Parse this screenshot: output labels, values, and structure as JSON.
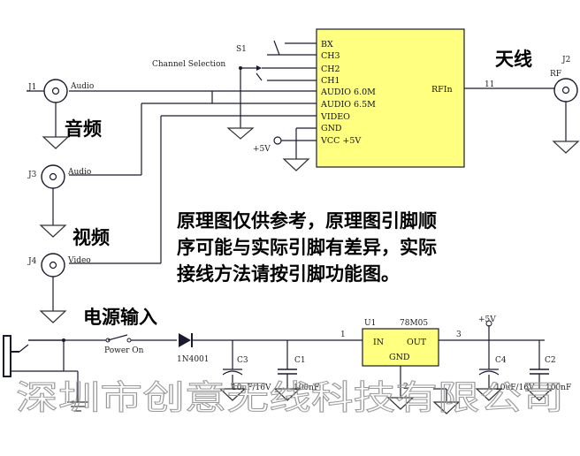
{
  "module": {
    "pins_left": [
      "BX",
      "CH3",
      "CH2",
      "CH1",
      "AUDIO 6.0M",
      "AUDIO 6.5M",
      "VIDEO",
      "GND",
      "VCC +5V"
    ],
    "pin_right": "RFIn",
    "pin_right_number": "11"
  },
  "switch": {
    "ref": "S1",
    "label": "Channel Selection"
  },
  "connectors": {
    "j1": {
      "ref": "J1",
      "label": "Audio"
    },
    "j3": {
      "ref": "J3",
      "label": "Audio"
    },
    "j4": {
      "ref": "J4",
      "label": "Video"
    },
    "j2": {
      "ref": "J2",
      "label": "RF"
    }
  },
  "power_symbol_top": "+5V",
  "annotations": {
    "antenna": "天线",
    "audio": "音频",
    "video": "视频",
    "power_input": "电源输入",
    "note_lines": [
      "原理图仅供参考，原理图引脚顺",
      "序可能与实际引脚有差异，实际",
      "接线方法请按引脚功能图。"
    ]
  },
  "power_section": {
    "switch_label": "Power On",
    "diode": "1N4001",
    "c3": {
      "ref": "C3",
      "value": "10uF/16V"
    },
    "c1": {
      "ref": "C1",
      "value": "100nF"
    },
    "regulator": {
      "ref": "U1",
      "part": "78M05",
      "in": "IN",
      "out": "OUT",
      "gnd": "GND",
      "pin_in": "1",
      "pin_out": "3",
      "pin_gnd": "2"
    },
    "vout": "+5V",
    "c4": {
      "ref": "C4",
      "value": "10uF/16V"
    },
    "c2": {
      "ref": "C2",
      "value": "100nF"
    }
  },
  "watermark": "深圳市创意无线科技有限公司"
}
